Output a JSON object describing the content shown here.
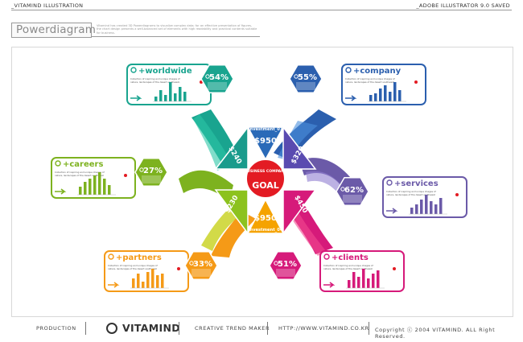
{
  "header": {
    "left": "_VITAMIND ILLUSTRATION",
    "right": "_ADOBE ILLUSTRATOR 9.0 SAVED"
  },
  "title": "Powerdiagram",
  "title_description": "Vitamind has created 3D Powerdiagrams to visualize complex data; for an effective presentation of figures, the chart design presents a well-balanced set of elements with high readability and practical contents suitable for business.",
  "center": {
    "label_top": "BUSINESS COMPANY",
    "label_main": "GOAL"
  },
  "investments": [
    {
      "label": "Investment_01",
      "value": "$950"
    },
    {
      "label": "$320"
    },
    {
      "label": "$450"
    },
    {
      "label": "Investment_04",
      "value": "$950"
    },
    {
      "label": "$230"
    },
    {
      "label": "$240"
    }
  ],
  "panels": [
    {
      "name": "worldwide",
      "title": "+worldwide",
      "percent": "54%",
      "color": "#19a48f",
      "text": "Collection of inspiring and unique images of nature, landscapes of the desert southwest, canyons and red rock formations",
      "sub": "Collection of inspiring and unique images of nature, landscapes of the desert southwest, canyons and red rocks, fall foliage, waterfalls, mountain"
    },
    {
      "name": "company",
      "title": "+company",
      "percent": "55%",
      "color": "#2b5fae",
      "text": "Collection of inspiring and unique images of nature, landscapes of the desert southwest",
      "sub": "Collection of inspiring and unique images of nature, landscapes of the desert southwest, canyons and red rocks, fall foliage, waterfalls, mountain"
    },
    {
      "name": "careers",
      "title": "+careers",
      "percent": "27%",
      "color": "#7db21f",
      "text": "Collection of inspiring and unique images of nature, landscapes of the desert southwest",
      "sub": "Collection of inspiring and unique images of nature, landscapes of the desert southwest, canyons and red rocks, fall foliage, waterfalls, mountain"
    },
    {
      "name": "services",
      "title": "+services",
      "percent": "62%",
      "color": "#6b5aa8",
      "text": "Collection of inspiring and unique images of nature, landscapes of the desert southwest",
      "sub": "Collection of inspiring and unique images of nature, landscapes of the desert southwest, canyons and red rocks, fall foliage, waterfalls, mountain"
    },
    {
      "name": "partners",
      "title": "+partners",
      "percent": "33%",
      "color": "#f59a17",
      "text": "Collection of inspiring and unique images of nature, landscapes of the desert southwest",
      "sub": "Collection of inspiring and unique images of nature, landscapes of the desert southwest, canyons and red rocks, fall foliage, waterfalls, mountain"
    },
    {
      "name": "clients",
      "title": "+clients",
      "percent": "51%",
      "color": "#d61a7a",
      "text": "Collection of inspiring and unique images of nature, landscapes of the desert southwest",
      "sub": "Collection of inspiring and unique images of nature, landscapes of the desert southwest, canyons and red rocks, fall foliage, waterfalls, mountain"
    }
  ],
  "footer": {
    "production": "PRODUCTION",
    "brand": "VITAMIND",
    "tagline": "CREATIVE TREND MAKER",
    "url": "HTTP://WWW.VITAMIND.CO.KR",
    "copyright": "Copyright ⓒ 2004 VITAMIND. ALL Right Reserved."
  }
}
